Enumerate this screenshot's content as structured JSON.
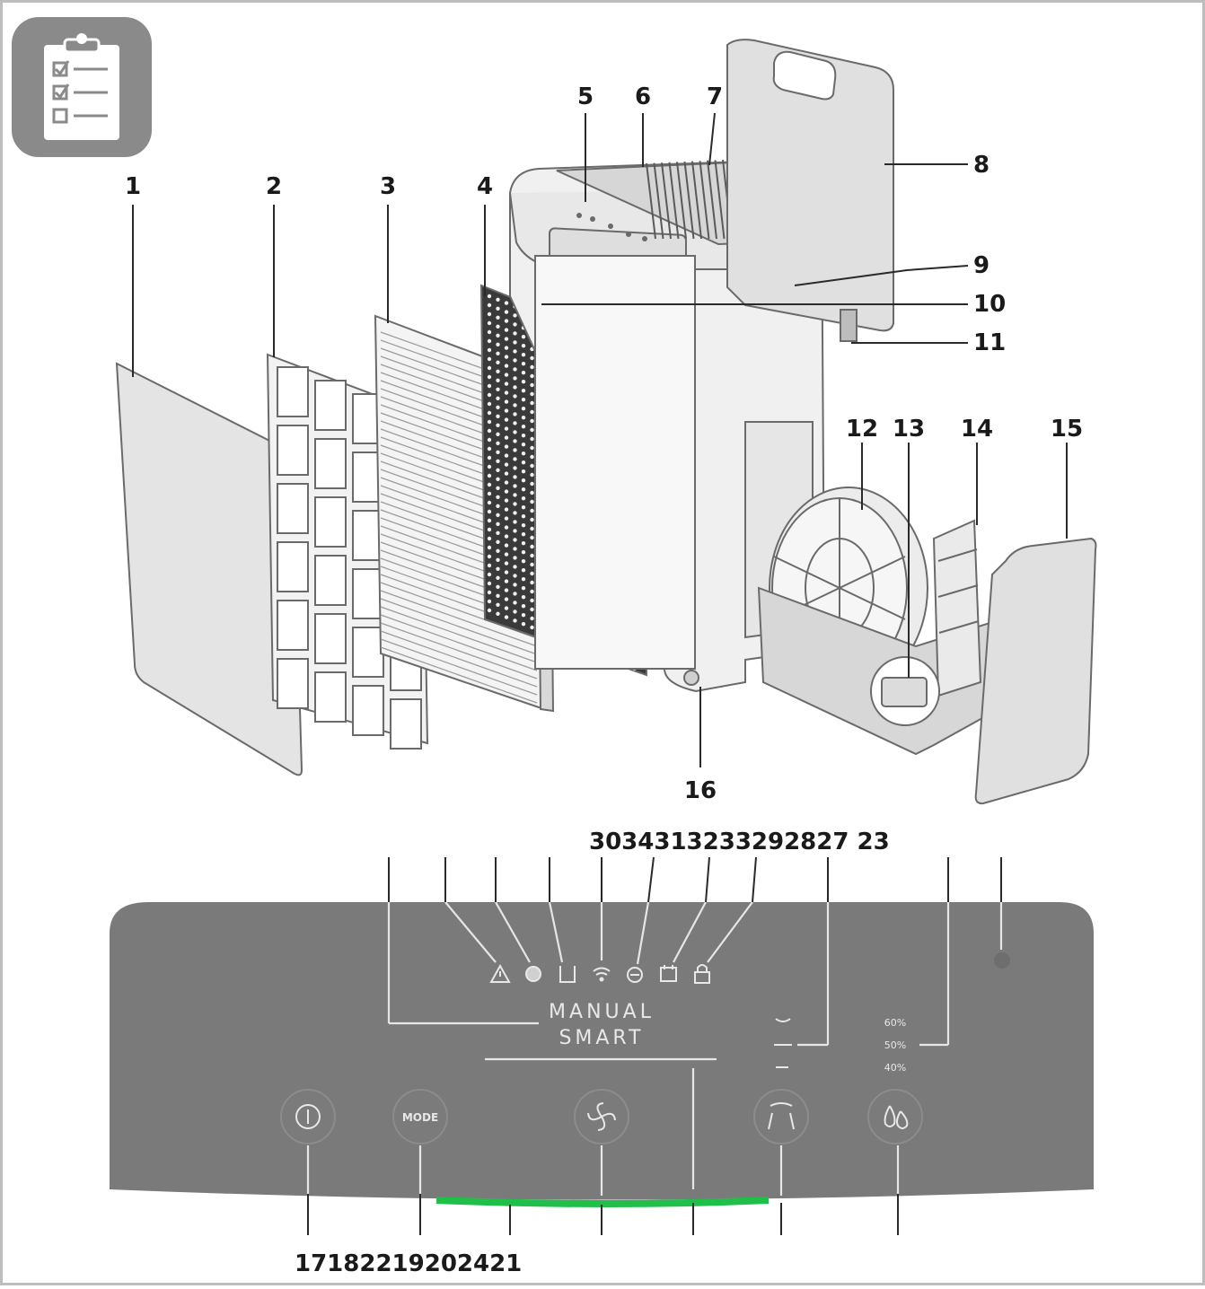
{
  "top_labels": [
    "1",
    "2",
    "3",
    "4",
    "5",
    "6",
    "7",
    "8",
    "9",
    "10",
    "11",
    "12",
    "13",
    "14",
    "15",
    "16"
  ],
  "panel": {
    "top_sequence": "3034313233292827 23",
    "bottom_sequence": "17182219202421",
    "mode_text_1": "MANUAL",
    "mode_text_2": "SMART",
    "mode_button": "MODE",
    "humidity_levels": [
      "60%",
      "50%",
      "40%"
    ]
  },
  "colors": {
    "panel": "#7a7a7a",
    "icon_tile": "#8a8a8a",
    "indicator_bar": "#1fbf4a",
    "frame": "#bdbdbd"
  },
  "icons": [
    "checklist-icon",
    "warning-icon",
    "filter-icon",
    "tank-icon",
    "wifi-icon",
    "minus-circle-icon",
    "timer-icon",
    "lock-icon",
    "power-icon",
    "fan-icon",
    "swing-icon",
    "humidity-drop-icon"
  ]
}
